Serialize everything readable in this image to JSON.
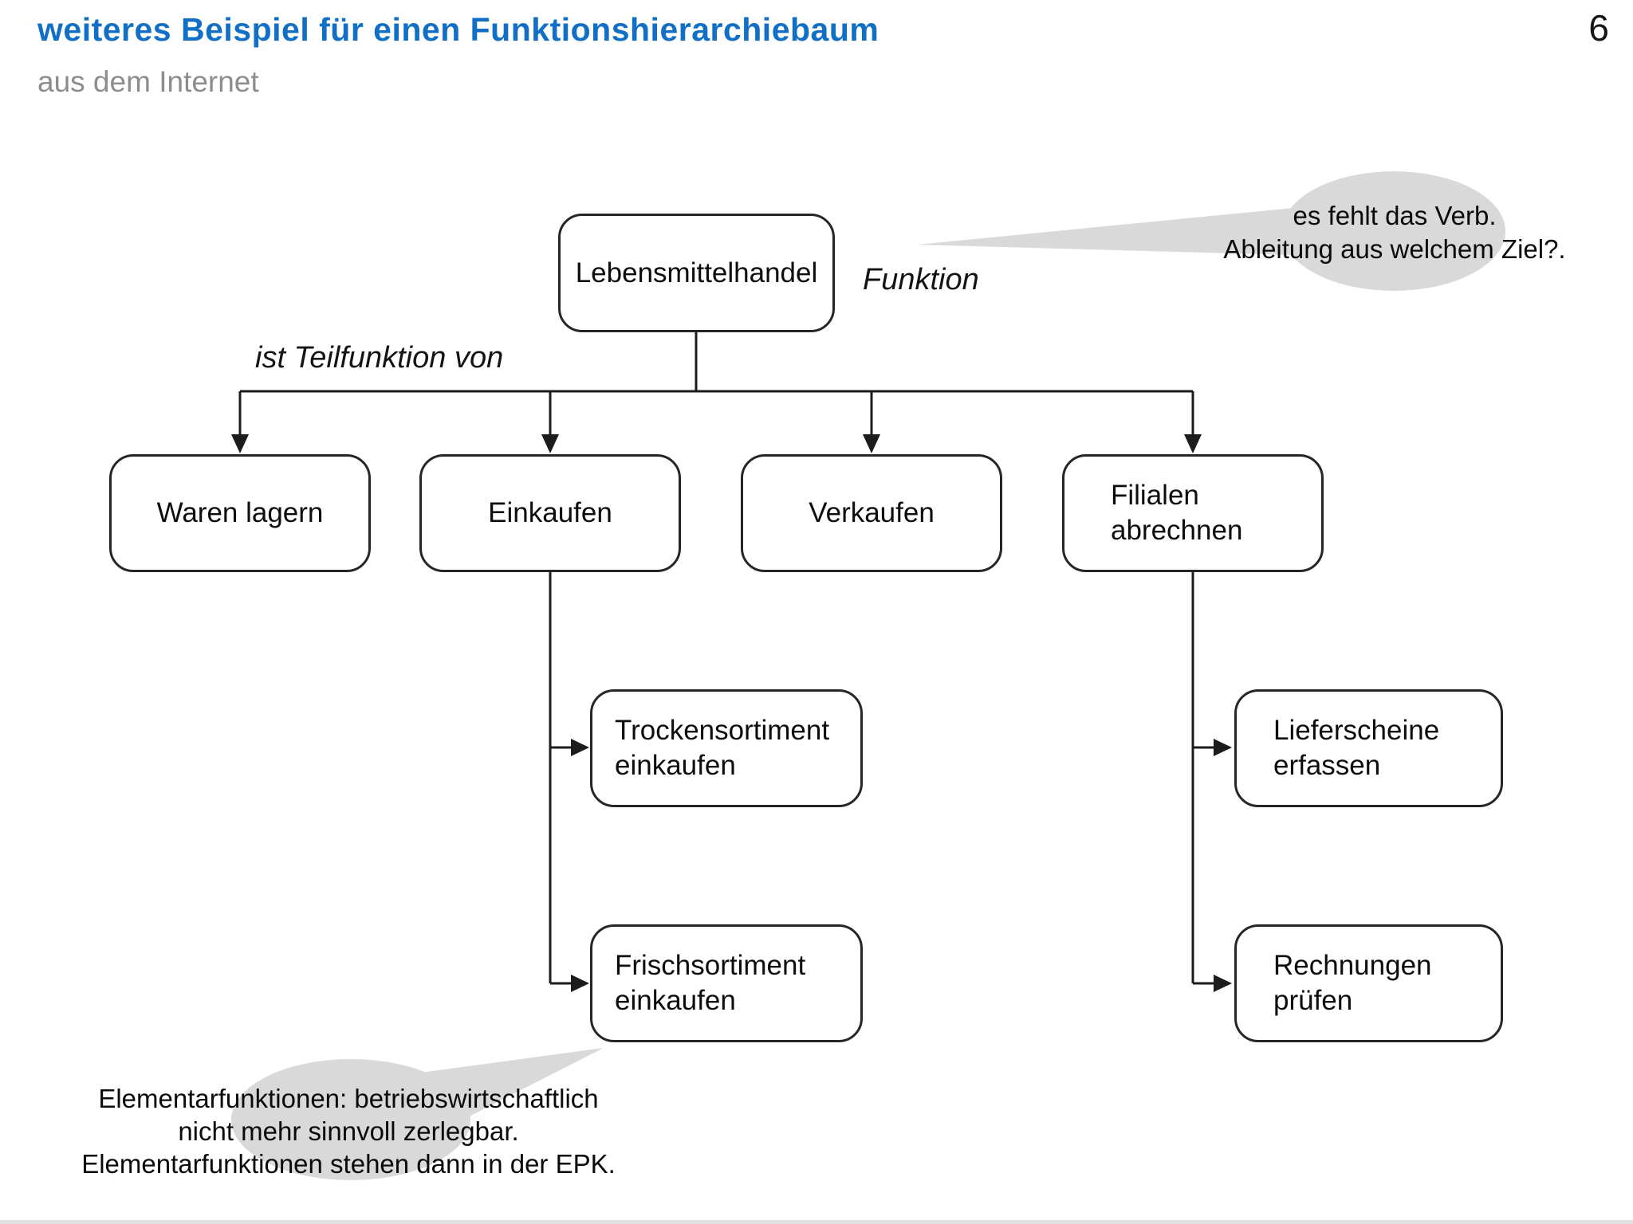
{
  "page": {
    "title": "weiteres Beispiel für einen Funktionshierarchiebaum",
    "subtitle": "aus dem Internet",
    "page_number": "6"
  },
  "colors": {
    "title_blue": "#1170c5",
    "subtitle_gray": "#8d8d8d",
    "callout_gray": "#d9d9d9",
    "line_color": "#1c1c1c"
  },
  "diagram": {
    "root": {
      "label": "Lebensmittelhandel"
    },
    "function_label": "Funktion",
    "edge_label": "ist Teilfunktion von",
    "nodes": {
      "waren": {
        "label": "Waren lagern"
      },
      "einkaufen": {
        "label": "Einkaufen"
      },
      "verkaufen": {
        "label": "Verkaufen"
      },
      "filialen": {
        "line1": "Filialen",
        "line2": "abrechnen"
      },
      "trocken": {
        "line1": "Trockensortiment",
        "line2": "einkaufen"
      },
      "frisch": {
        "line1": "Frischsortiment",
        "line2": "einkaufen"
      },
      "liefer": {
        "line1": "Lieferscheine",
        "line2": "erfassen"
      },
      "rechnung": {
        "line1": "Rechnungen",
        "line2": "prüfen"
      }
    }
  },
  "callouts": {
    "top": {
      "line1": "es fehlt das Verb.",
      "line2": "Ableitung aus welchem Ziel?."
    },
    "bottom": {
      "line1": "Elementarfunktionen: betriebswirtschaftlich",
      "line2": "nicht mehr sinnvoll zerlegbar.",
      "line3": "Elementarfunktionen stehen dann in der EPK."
    }
  }
}
